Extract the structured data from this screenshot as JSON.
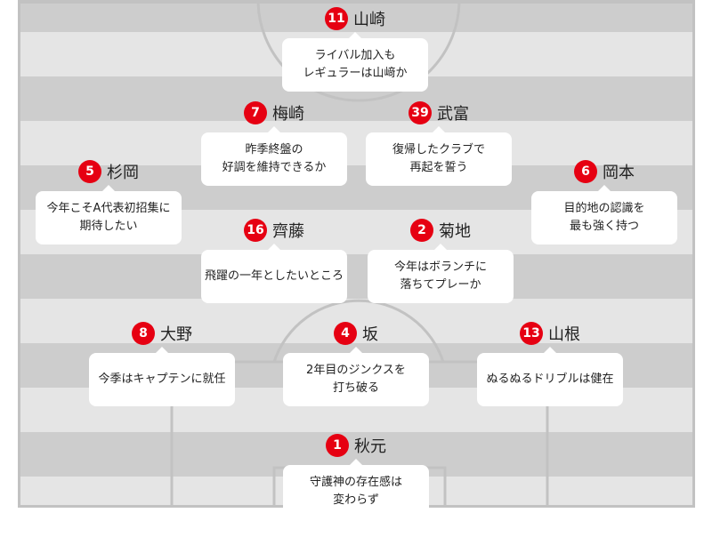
{
  "players": [
    {
      "number": "11",
      "name": "山崎",
      "comment": [
        "ライバル加入も",
        "レギュラーは山﨑か"
      ]
    },
    {
      "number": "7",
      "name": "梅崎",
      "comment": [
        "昨季終盤の",
        "好調を維持できるか"
      ]
    },
    {
      "number": "39",
      "name": "武富",
      "comment": [
        "復帰したクラブで",
        "再起を誓う"
      ]
    },
    {
      "number": "5",
      "name": "杉岡",
      "comment": [
        "今年こそA代表初招集に",
        "期待したい"
      ]
    },
    {
      "number": "6",
      "name": "岡本",
      "comment": [
        "目的地の認識を",
        "最も強く持つ"
      ]
    },
    {
      "number": "16",
      "name": "齊藤",
      "comment": [
        "飛躍の一年としたいところ",
        ""
      ]
    },
    {
      "number": "2",
      "name": "菊地",
      "comment": [
        "今年はボランチに",
        "落ちてプレーか"
      ]
    },
    {
      "number": "8",
      "name": "大野",
      "comment": [
        "今季はキャプテンに就任",
        ""
      ]
    },
    {
      "number": "4",
      "name": "坂",
      "comment": [
        "2年目のジンクスを",
        "打ち破る"
      ]
    },
    {
      "number": "13",
      "name": "山根",
      "comment": [
        "ぬるぬるドリブルは健在",
        ""
      ]
    },
    {
      "number": "1",
      "name": "秋元",
      "comment": [
        "守護神の存在感は",
        "変わらず"
      ]
    }
  ],
  "colors": {
    "badge": "#e60012",
    "field_dark": "#cdcdcd",
    "field_light": "#e5e5e5",
    "lines": "#c2c2c2"
  }
}
